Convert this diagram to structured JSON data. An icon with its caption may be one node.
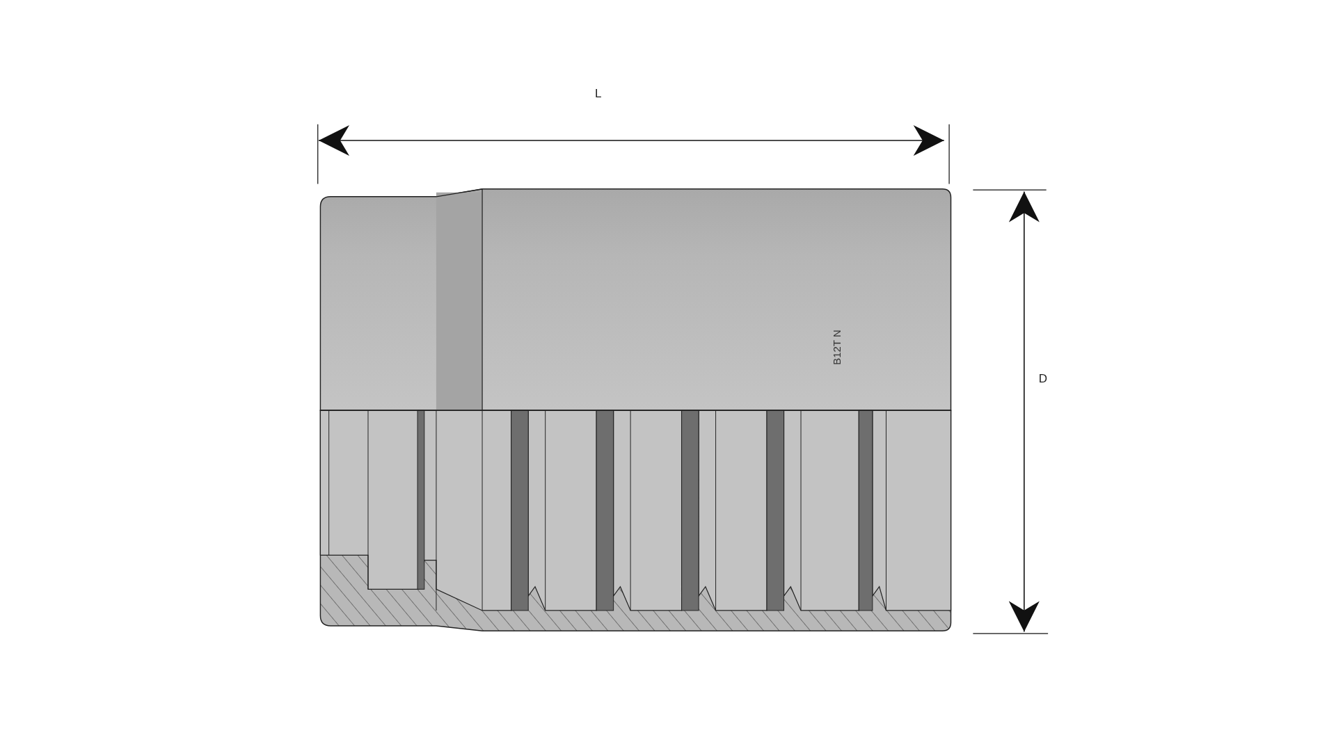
{
  "diagram": {
    "labels": [
      "L",
      "D",
      "B12T N"
    ]
  }
}
